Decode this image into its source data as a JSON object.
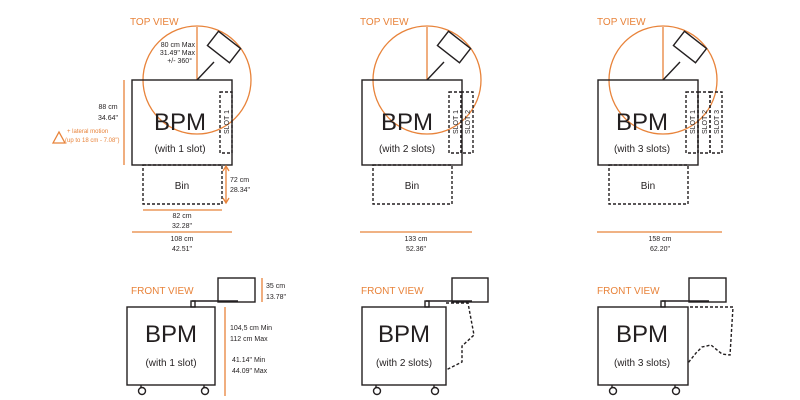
{
  "colors": {
    "accent": "#e8833a",
    "line": "#231f20"
  },
  "top_view_label": "TOP VIEW",
  "front_view_label": "FRONT VIEW",
  "bpm": "BPM",
  "bin": "Bin",
  "configs": [
    {
      "subtitle": "(with 1 slot)",
      "slots": [
        "SLOT 1"
      ],
      "width_cm": "108 cm",
      "width_in": "42.51\""
    },
    {
      "subtitle": "(with 2 slots)",
      "slots": [
        "SLOT 1",
        "SLOT 2"
      ],
      "width_cm": "133 cm",
      "width_in": "52.36\""
    },
    {
      "subtitle": "(with 3 slots)",
      "slots": [
        "SLOT 1",
        "SLOT 2",
        "SLOT 3"
      ],
      "width_cm": "158 cm",
      "width_in": "62.20\""
    }
  ],
  "dims": {
    "arm_reach": [
      "80 cm Max",
      "31.49\" Max",
      "+/- 360°"
    ],
    "depth": [
      "88 cm",
      "34.64\""
    ],
    "lateral": [
      "+ lateral motion",
      "(up to 18 cm - 7.08\")"
    ],
    "bin_depth": [
      "72 cm",
      "28.34\""
    ],
    "bin_width": [
      "82 cm",
      "32.28\""
    ],
    "monitor_height": [
      "35 cm",
      "13.78\""
    ],
    "height": [
      "104,5 cm Min",
      "112 cm Max",
      "41.14\" Min",
      "44.09\" Max"
    ]
  }
}
